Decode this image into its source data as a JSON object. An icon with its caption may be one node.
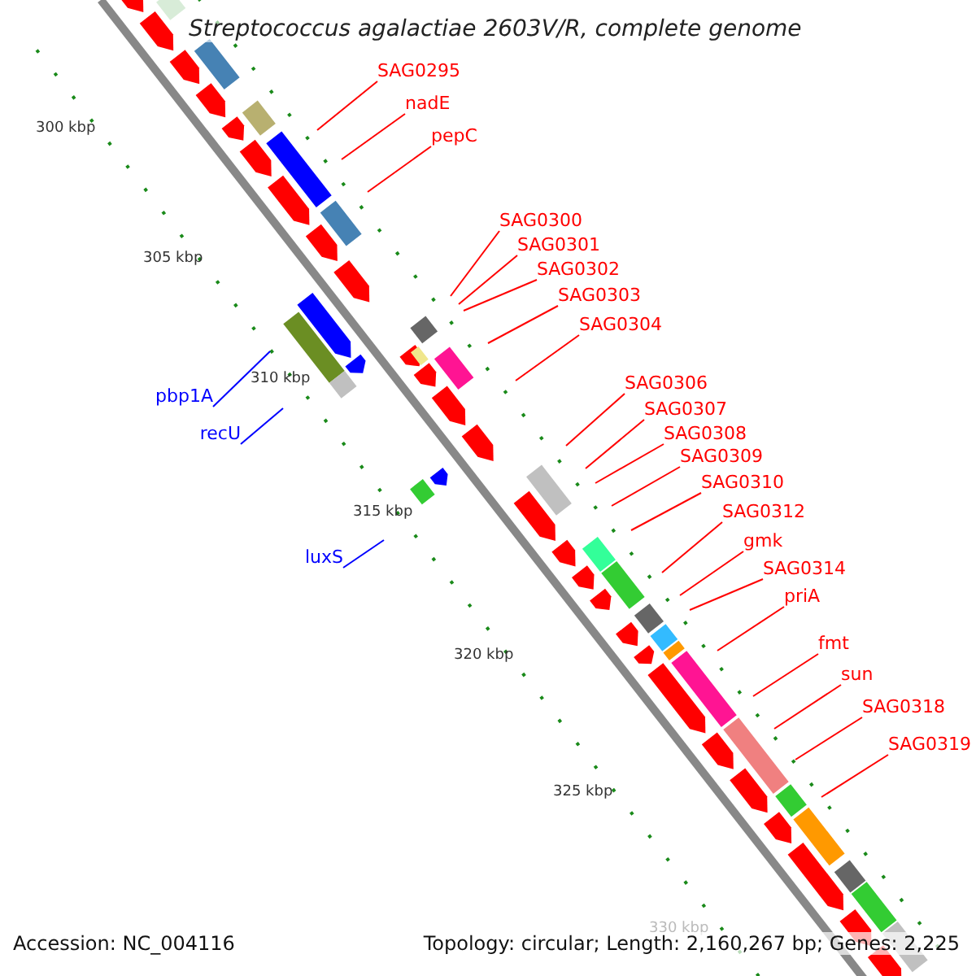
{
  "diagram": {
    "title": "Streptococcus agalactiae 2603V/R, complete genome",
    "nodes": [
      {
        "text": [
          "SAG0295"
        ]
      },
      {
        "text": [
          "nadE"
        ]
      },
      {
        "text": [
          "pepC"
        ]
      },
      {
        "text": [
          "SAG0300"
        ]
      },
      {
        "text": [
          "SAG0301"
        ]
      },
      {
        "text": [
          "SAG0302"
        ]
      },
      {
        "text": [
          "SAG0303"
        ]
      },
      {
        "text": [
          "SAG0304"
        ]
      },
      {
        "text": [
          "SAG0306"
        ]
      },
      {
        "text": [
          "SAG0307"
        ]
      },
      {
        "text": [
          "SAG0308"
        ]
      },
      {
        "text": [
          "SAG0309"
        ]
      },
      {
        "text": [
          "SAG0310"
        ]
      },
      {
        "text": [
          "SAG0312"
        ]
      },
      {
        "text": [
          "gmk"
        ]
      },
      {
        "text": [
          "SAG0314"
        ]
      },
      {
        "text": [
          "priA"
        ]
      },
      {
        "text": [
          "fmt"
        ]
      },
      {
        "text": [
          "sun"
        ]
      },
      {
        "text": [
          "SAG0318"
        ]
      },
      {
        "text": [
          "SAG0319"
        ]
      },
      {
        "text": [
          "pbp1A"
        ]
      },
      {
        "text": [
          "recU"
        ]
      },
      {
        "text": [
          "luxS"
        ]
      }
    ],
    "edges": [
      {
        "from": 0,
        "to": null,
        "arrow": "none"
      },
      {
        "from": 1,
        "to": null,
        "arrow": "none"
      },
      {
        "from": 2,
        "to": null,
        "arrow": "none"
      },
      {
        "from": 3,
        "to": null,
        "arrow": "none"
      },
      {
        "from": 4,
        "to": null,
        "arrow": "none"
      },
      {
        "from": 5,
        "to": null,
        "arrow": "none"
      },
      {
        "from": 6,
        "to": null,
        "arrow": "none"
      },
      {
        "from": 7,
        "to": null,
        "arrow": "none"
      },
      {
        "from": 8,
        "to": null,
        "arrow": "none"
      },
      {
        "from": 9,
        "to": null,
        "arrow": "none"
      },
      {
        "from": 10,
        "to": null,
        "arrow": "none"
      },
      {
        "from": 11,
        "to": null,
        "arrow": "none"
      },
      {
        "from": 12,
        "to": null,
        "arrow": "none"
      },
      {
        "from": 13,
        "to": null,
        "arrow": "none"
      },
      {
        "from": 14,
        "to": null,
        "arrow": "none"
      },
      {
        "from": 15,
        "to": null,
        "arrow": "none"
      },
      {
        "from": 16,
        "to": null,
        "arrow": "none"
      },
      {
        "from": 17,
        "to": null,
        "arrow": "none"
      },
      {
        "from": 18,
        "to": null,
        "arrow": "none"
      },
      {
        "from": 19,
        "to": null,
        "arrow": "none"
      },
      {
        "from": 20,
        "to": null,
        "arrow": "none"
      },
      {
        "from": 21,
        "to": null,
        "arrow": "none",
        "color": "#0000ff"
      },
      {
        "from": 22,
        "to": null,
        "arrow": "none",
        "color": "#0000ff"
      },
      {
        "from": 23,
        "to": null,
        "arrow": "none",
        "color": "#0000ff"
      }
    ],
    "labels": [
      "300 kbp",
      "305 kbp",
      "310 kbp",
      "315 kbp",
      "320 kbp",
      "325 kbp",
      "330 kbp",
      "Accession: NC_004116",
      "Topology: circular; Length: 2,160,267 bp; Genes: 2,225"
    ]
  }
}
